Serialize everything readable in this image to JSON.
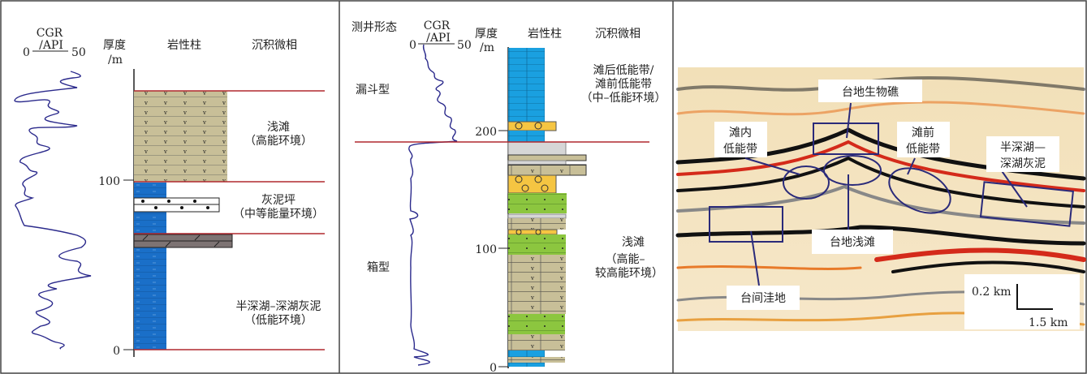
{
  "panel_a": {
    "cgr_title": "CGR",
    "cgr_unit": "/API",
    "cgr_min": "0",
    "cgr_max": "50",
    "thickness_label": "厚度",
    "thickness_unit": "/m",
    "lith_label": "岩性柱",
    "facies_label": "沉积微相",
    "ticks": [
      "100",
      "0"
    ],
    "facies": [
      {
        "name": "浅滩",
        "energy": "（高能环境）"
      },
      {
        "name": "灰泥坪",
        "energy": "（中等能量环境）"
      },
      {
        "name": "半深湖–深湖灰泥",
        "energy": "（低能环境）"
      }
    ]
  },
  "panel_b": {
    "log_shape_label": "测井形态",
    "cgr_title": "CGR",
    "cgr_unit": "/API",
    "cgr_min": "0",
    "cgr_max": "50",
    "thickness_label": "厚度",
    "thickness_unit": "/m",
    "lith_label": "岩性柱",
    "facies_label": "沉积微相",
    "ticks": [
      "200",
      "100",
      "0"
    ],
    "shapes": [
      "漏斗型",
      "箱型"
    ],
    "facies_upper": [
      "滩后低能带/",
      "滩前低能带",
      "（中–低能环境）"
    ],
    "facies_lower": [
      "浅滩",
      "（高能–",
      "较高能环境）"
    ]
  },
  "panel_c": {
    "labels": [
      "台地生物礁",
      "滩内",
      "低能带",
      "滩前",
      "低能带",
      "半深湖—",
      "深湖灰泥",
      "台地浅滩",
      "台间洼地"
    ],
    "scale_v": "0.2 km",
    "scale_h": "1.5 km"
  }
}
